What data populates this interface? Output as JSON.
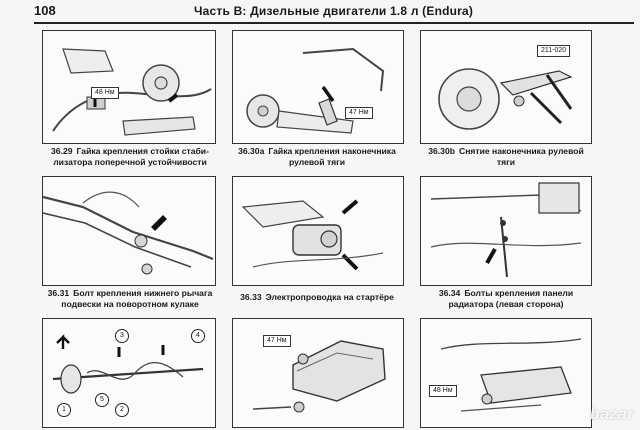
{
  "header": {
    "page_number": "108",
    "title": "Часть B: Дизельные двигатели 1.8 л (Endura)"
  },
  "figures": [
    {
      "number": "36.29",
      "caption_line1": "Гайка крепления стойки стаби-",
      "caption_line2": "лизатора поперечной устойчивости",
      "torque": "48 Нм"
    },
    {
      "number": "36.30a",
      "caption_line1": "Гайка крепления наконечника",
      "caption_line2": "рулевой тяги",
      "torque": "47 Нм"
    },
    {
      "number": "36.30b",
      "caption_line1": "Снятие наконечника рулевой",
      "caption_line2": "тяги",
      "part_ref": "211-020"
    },
    {
      "number": "36.31",
      "caption_line1": "Болт крепления нижнего рычага",
      "caption_line2": "подвески на поворотном кулаке"
    },
    {
      "number": "36.33",
      "caption_line1": "Электропроводка на стартёре",
      "caption_line2": ""
    },
    {
      "number": "36.34",
      "caption_line1": "Болты крепления панели",
      "caption_line2": "радиатора (левая сторона)"
    },
    {
      "callouts": [
        "1",
        "2",
        "3",
        "4",
        "5"
      ]
    },
    {
      "torque": "47 Нм"
    },
    {
      "torque": "48 Нм"
    }
  ],
  "watermark": "bazar"
}
